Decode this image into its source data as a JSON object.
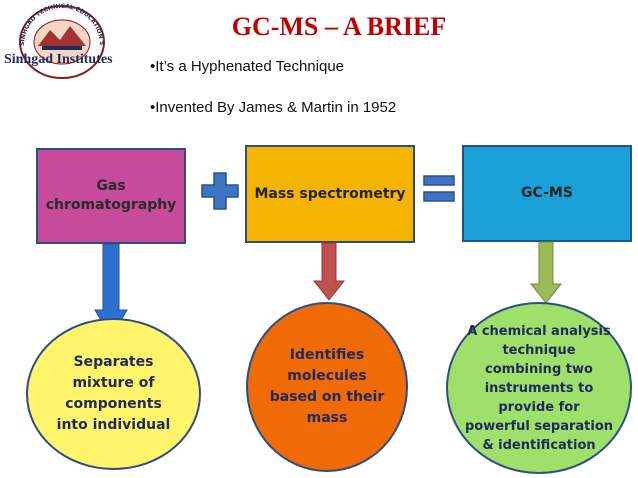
{
  "header": {
    "title": "GC-MS – A BRIEF",
    "logo_caption": "Sinhgad Institutes",
    "logo_ring_text": "SINHGAD TECHNICAL EDUCATION SOCIETY PUNE"
  },
  "bullets": [
    "•It’s a Hyphenated Technique",
    "•Invented By James & Martin in 1952"
  ],
  "boxes": {
    "gc": "Gas\nchromatography",
    "ms": "Mass spectrometry",
    "gcms": "GC-MS"
  },
  "ellipses": {
    "gc": "Separates\nmixture of\ncomponents\ninto individual",
    "ms": "Identifies\nmolecules\nbased on their\nmass",
    "gcms": "A chemical analysis\ntechnique\ncombining two\ninstruments to\nprovide for\npowerful separation\n& identification"
  },
  "colors": {
    "title": "#c00000",
    "gc_box": "#c64b9a",
    "ms_box": "#f4b400",
    "gcms_box": "#1aa0d8",
    "gc_ellipse": "#fff46a",
    "ms_ellipse": "#f06a05",
    "gcms_ellipse": "#9ee06a",
    "plus_sign": "#3f74c4",
    "equals_sign": "#3f74c4",
    "arrow_gc": "#2f6fd0",
    "arrow_ms": "#c0504d",
    "arrow_gcms": "#9bbb59"
  },
  "icons": {
    "plus": "plus-sign-icon",
    "equals": "equals-sign-icon",
    "logo": "sinhgad-logo-icon"
  }
}
